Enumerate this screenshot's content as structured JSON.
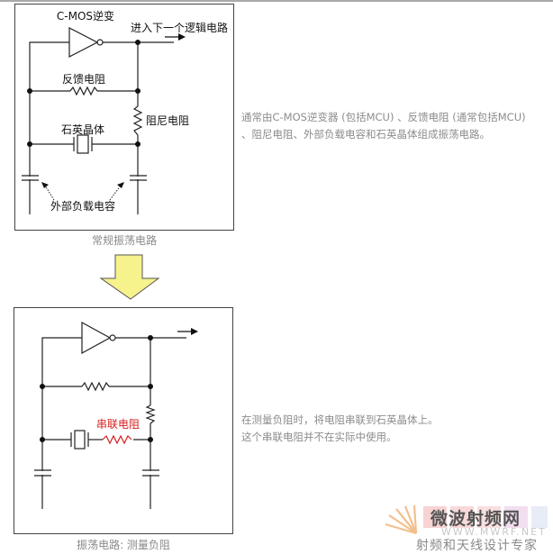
{
  "diagram_top": {
    "caption": "常规振荡电路",
    "labels": {
      "inverter": "C-MOS逆变",
      "output": "进入下一个逻辑电路",
      "feedback_resistor": "反馈电阻",
      "damping_resistor": "阻尼电阻",
      "crystal": "石英晶体",
      "load_capacitors": "外部负载电容"
    },
    "description": [
      "通常由C-MOS逆变器 (包括MCU) 、反馈电阻 (通常包括MCU)",
      "、阻尼电阻、外部负载电容和石英晶体组成振荡电路。"
    ]
  },
  "transition_arrow": {
    "icon": "down-arrow-icon",
    "fill": "#f6f28c"
  },
  "diagram_bottom": {
    "caption": "振荡电路: 测量负阻",
    "labels": {
      "series_resistor": "串联电阻"
    },
    "series_resistor_color": "#d42020",
    "description": [
      "在测量负阻时，将电阻串联到石英晶体上。",
      "这个串联电阻并不在实际中使用。"
    ]
  },
  "watermark": {
    "title": "微波射频网",
    "url": "WWW.MWRF.NET",
    "tagline": "射频和天线设计专家"
  }
}
